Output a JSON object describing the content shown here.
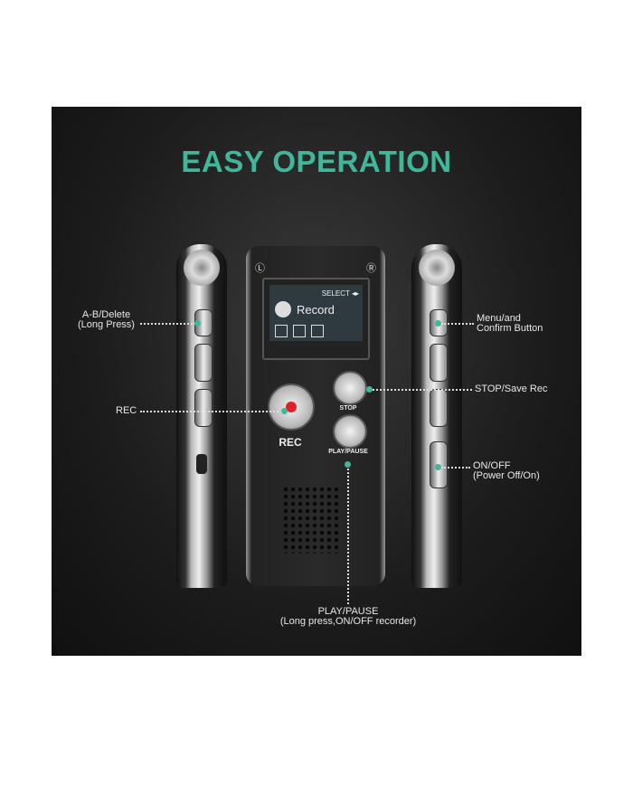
{
  "title": "EASY OPERATION",
  "screen": {
    "select": "SELECT ◂▸",
    "mode": "Record"
  },
  "device": {
    "rec": "REC",
    "stop": "STOP",
    "play_pause": "PLAY/PAUSE",
    "left_mark": "Ⓛ",
    "right_mark": "Ⓡ"
  },
  "callouts": {
    "ab_delete": [
      "A-B/Delete",
      "(Long Press)"
    ],
    "rec": "REC",
    "menu": [
      "Menu/and",
      "Confirm Button"
    ],
    "stop": "STOP/Save Rec",
    "onoff": [
      "ON/OFF",
      "(Power Off/On)"
    ],
    "playpause": [
      "PLAY/PAUSE",
      "(Long press,ON/OFF recorder)"
    ]
  },
  "colors": {
    "accent": "#3fb79a",
    "record_dot": "#e0202a"
  }
}
